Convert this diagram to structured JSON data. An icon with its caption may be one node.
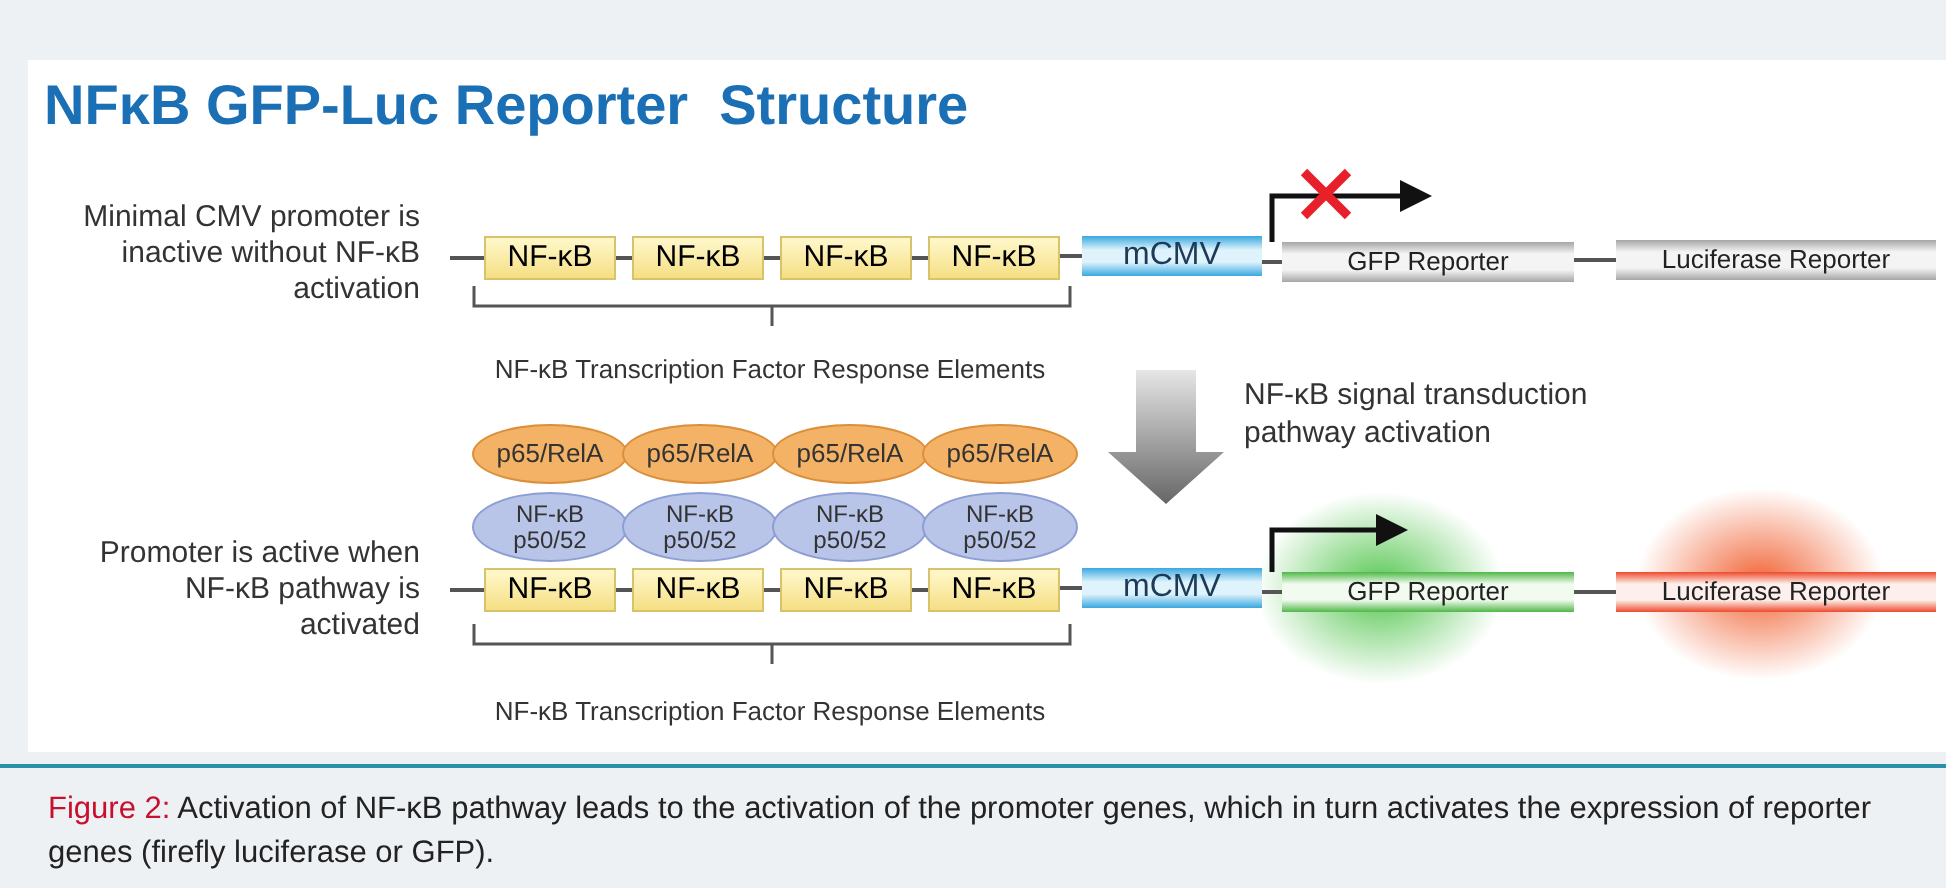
{
  "diagram": {
    "title": "NFκB GFP-Luc Reporter  Structure",
    "caption": "**Figure 2:** Activation of NF-κB pathway leads to the activation of the promoter genes, which in turn activates the expression of reporter genes (firefly luciferase or GFP).",
    "nodes": [
      {
        "text": [
          "NF-κB"
        ]
      },
      {
        "text": [
          "NF-κB"
        ]
      },
      {
        "text": [
          "NF-κB"
        ]
      },
      {
        "text": [
          "NF-κB"
        ]
      },
      {
        "text": [
          "mCMV"
        ]
      },
      {
        "text": [
          "GFP Reporter"
        ]
      },
      {
        "text": [
          "Luciferase Reporter"
        ]
      },
      {
        "text": [
          "p65/RelA"
        ]
      },
      {
        "text": [
          "p65/RelA"
        ]
      },
      {
        "text": [
          "p65/RelA"
        ]
      },
      {
        "text": [
          "p65/RelA"
        ]
      },
      {
        "text": [
          "NF-κB p50/52"
        ]
      },
      {
        "text": [
          "NF-κB p50/52"
        ]
      },
      {
        "text": [
          "NF-κB p50/52"
        ]
      },
      {
        "text": [
          "NF-κB p50/52"
        ]
      },
      {
        "text": [
          "NF-κB"
        ]
      },
      {
        "text": [
          "NF-κB"
        ]
      },
      {
        "text": [
          "NF-κB"
        ]
      },
      {
        "text": [
          "NF-κB"
        ]
      },
      {
        "text": [
          "mCMV"
        ]
      },
      {
        "text": [
          "GFP Reporter"
        ]
      },
      {
        "text": [
          "Luciferase Reporter"
        ]
      }
    ],
    "edges": [
      {
        "from": null,
        "to": 0,
        "arrow": "none"
      },
      {
        "from": 0,
        "to": 1,
        "arrow": "none"
      },
      {
        "from": 1,
        "to": 2,
        "arrow": "none"
      },
      {
        "from": 2,
        "to": 3,
        "arrow": "none"
      },
      {
        "from": 3,
        "to": 4,
        "arrow": "none"
      },
      {
        "from": 4,
        "to": 5,
        "arrow": "none"
      },
      {
        "from": 5,
        "to": 6,
        "arrow": "none"
      },
      {
        "from": null,
        "to": 15,
        "arrow": "none"
      },
      {
        "from": 15,
        "to": 16,
        "arrow": "none"
      },
      {
        "from": 16,
        "to": 17,
        "arrow": "none"
      },
      {
        "from": 17,
        "to": 18,
        "arrow": "none"
      },
      {
        "from": 18,
        "to": 19,
        "arrow": "none"
      },
      {
        "from": 19,
        "to": 20,
        "arrow": "none"
      },
      {
        "from": 20,
        "to": 21,
        "arrow": "none"
      }
    ],
    "labels": [
      "Minimal CMV promoter is inactive without NF-κB activation",
      "NF-κB Transcription Factor Response Elements",
      "NF-κB signal transduction pathway activation",
      "Promoter is active when NF-κB pathway is activated",
      "NF-κB Transcription Factor Response Elements"
    ]
  }
}
